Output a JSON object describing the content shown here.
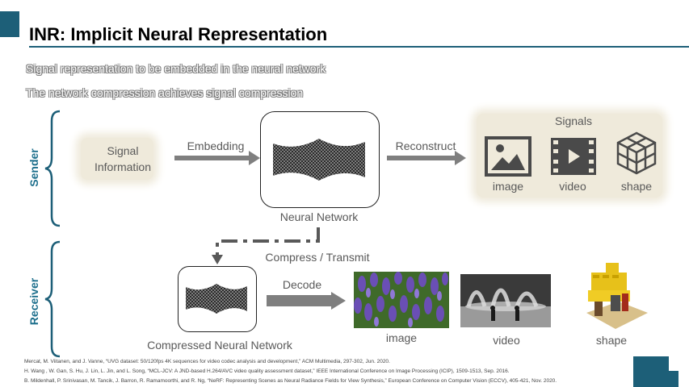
{
  "slide": {
    "title": "INR: Implicit Neural Representation",
    "bullets": [
      "Signal representation to be embedded in the neural network",
      "The network compression achieves signal compression"
    ]
  },
  "sender": {
    "label": "Sender",
    "signal_box": "Signal\nInformation",
    "embedding_label": "Embedding",
    "network_label": "Neural Network",
    "reconstruct_label": "Reconstruct",
    "signals_title": "Signals",
    "signals": [
      {
        "icon": "image-icon",
        "label": "image"
      },
      {
        "icon": "video-icon",
        "label": "video"
      },
      {
        "icon": "shape-icon",
        "label": "shape"
      }
    ]
  },
  "receiver": {
    "label": "Receiver",
    "compress_label": "Compress / Transmit",
    "decode_label": "Decode",
    "compressed_label": "Compressed Neural Network",
    "outputs": [
      "image",
      "video",
      "shape"
    ]
  },
  "references": [
    "Mercat, M. Viitanen, and J. Vanne, “UVG dataset: 50/120fps 4K sequences for video codec analysis and development,” ACM Multimedia, 297-302, Jun. 2020.",
    "H. Wang , W. Gan, S. Hu, J. Lin, L. Jin, and L. Song, “MCL-JCV: A JND-based H.264/AVC video quality assessment dataset,” IEEE International Conference on Image Processing (ICIP), 1509-1513, Sep. 2016.",
    "B. Mildenhall, P. Srinivasan, M. Tancik, J. Barron, R. Ramamoorthi, and R. Ng, “NeRF: Representing Scenes as Neural Radiance Fields for View Synthesis,” European Conference on Computer Vision (ECCV), 405-421, Nov. 2020."
  ],
  "colors": {
    "accent": "#1d5f78",
    "beige": "#efeadb",
    "arrow": "#7f7f7f",
    "label": "#1d6f8c"
  }
}
